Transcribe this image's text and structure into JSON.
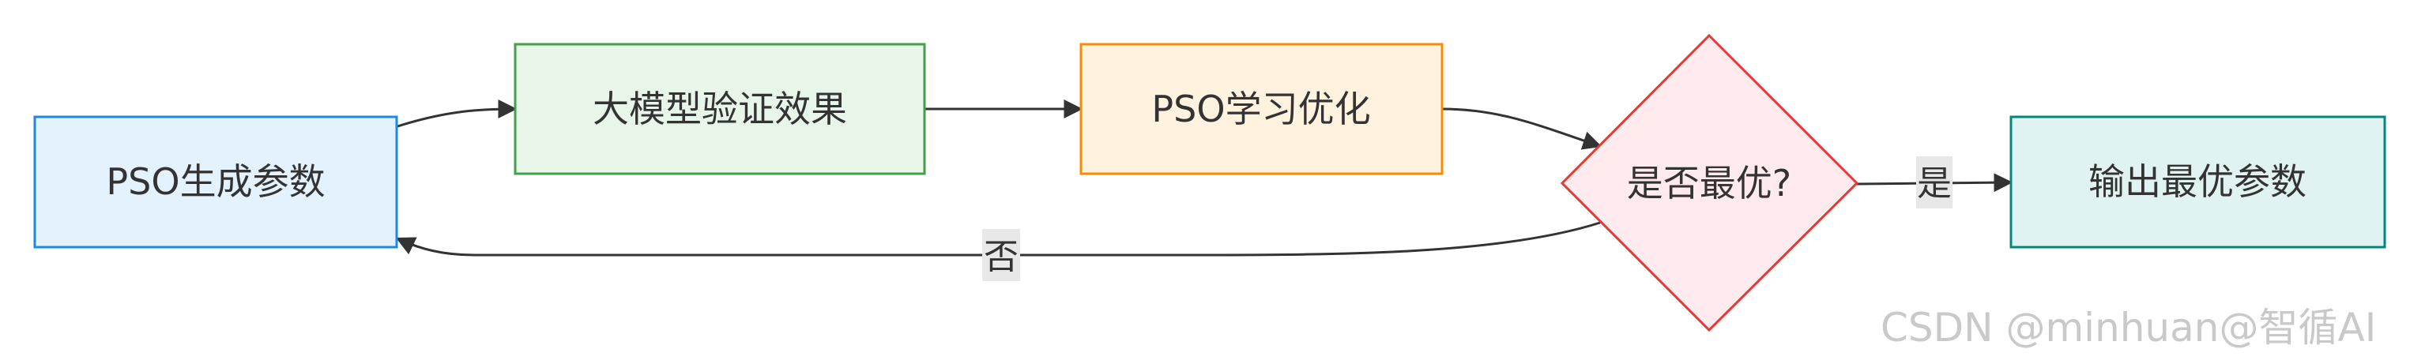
{
  "nodes": {
    "pso_generate": {
      "label": "PSO生成参数",
      "fill": "#e3f2fd",
      "stroke": "#1e88e5"
    },
    "llm_verify": {
      "label": "大模型验证效果",
      "fill": "#e8f5e9",
      "stroke": "#43a047"
    },
    "pso_learn": {
      "label": "PSO学习优化",
      "fill": "#fff3e0",
      "stroke": "#fb8c00"
    },
    "is_optimal": {
      "label": "是否最优?",
      "fill": "#ffebee",
      "stroke": "#e53935"
    },
    "output_params": {
      "label": "输出最优参数",
      "fill": "#e0f2f1",
      "stroke": "#00897b"
    }
  },
  "edges": {
    "yes_label": "是",
    "no_label": "否",
    "label_bg": "#e8e8e8",
    "line_color": "#333333"
  },
  "watermark": "CSDN @minhuan@智循AI"
}
